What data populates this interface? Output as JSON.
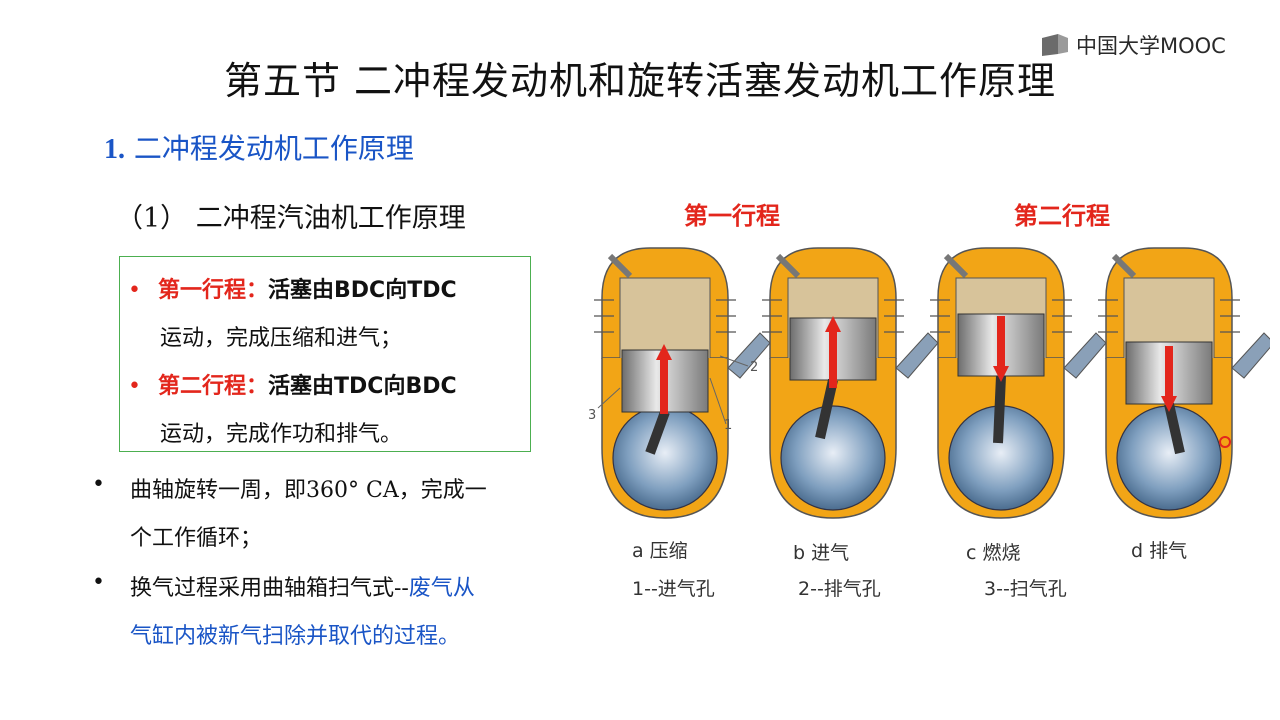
{
  "logo": {
    "text": "中国大学MOOC"
  },
  "slide": {
    "title": "第五节 二冲程发动机和旋转活塞发动机工作原理",
    "section": {
      "number": "1.",
      "text": "二冲程发动机工作原理"
    },
    "subsection": "（1） 二冲程汽油机工作原理",
    "box": {
      "item1": {
        "bullet": "•",
        "label": "第一行程：",
        "text1": "活塞由",
        "bdc": "BDC",
        "mid": "向",
        "tdc": "TDC",
        "line2": "运动，完成压缩和进气；"
      },
      "item2": {
        "bullet": "•",
        "label": "第二行程：",
        "text1": "活塞由",
        "tdc": "TDC",
        "mid": "向",
        "bdc": "BDC",
        "line2": "运动，完成作功和排气。"
      }
    },
    "bullets": [
      {
        "mark": "•",
        "line1": "曲轴旋转一周，即360° CA，完成一",
        "line2": "个工作循环；"
      },
      {
        "mark": "•",
        "line1_black": "换气过程采用曲轴箱扫气式--",
        "line1_blue": "废气从",
        "line2_blue": "气缸内被新气扫除并取代的过程。"
      }
    ]
  },
  "figure": {
    "stroke1": "第一行程",
    "stroke2": "第二行程",
    "captions": [
      "a 压缩",
      "b 进气",
      "c 燃烧",
      "d 排气"
    ],
    "legend": [
      "1--进气孔",
      "2--排气孔",
      "3--扫气孔"
    ],
    "numbers": [
      "1",
      "2",
      "3"
    ],
    "colors": {
      "accent_red": "#e3261c",
      "housing": "#f2a516",
      "blue_text": "#1a55c6",
      "box_border": "#4caf50"
    }
  }
}
